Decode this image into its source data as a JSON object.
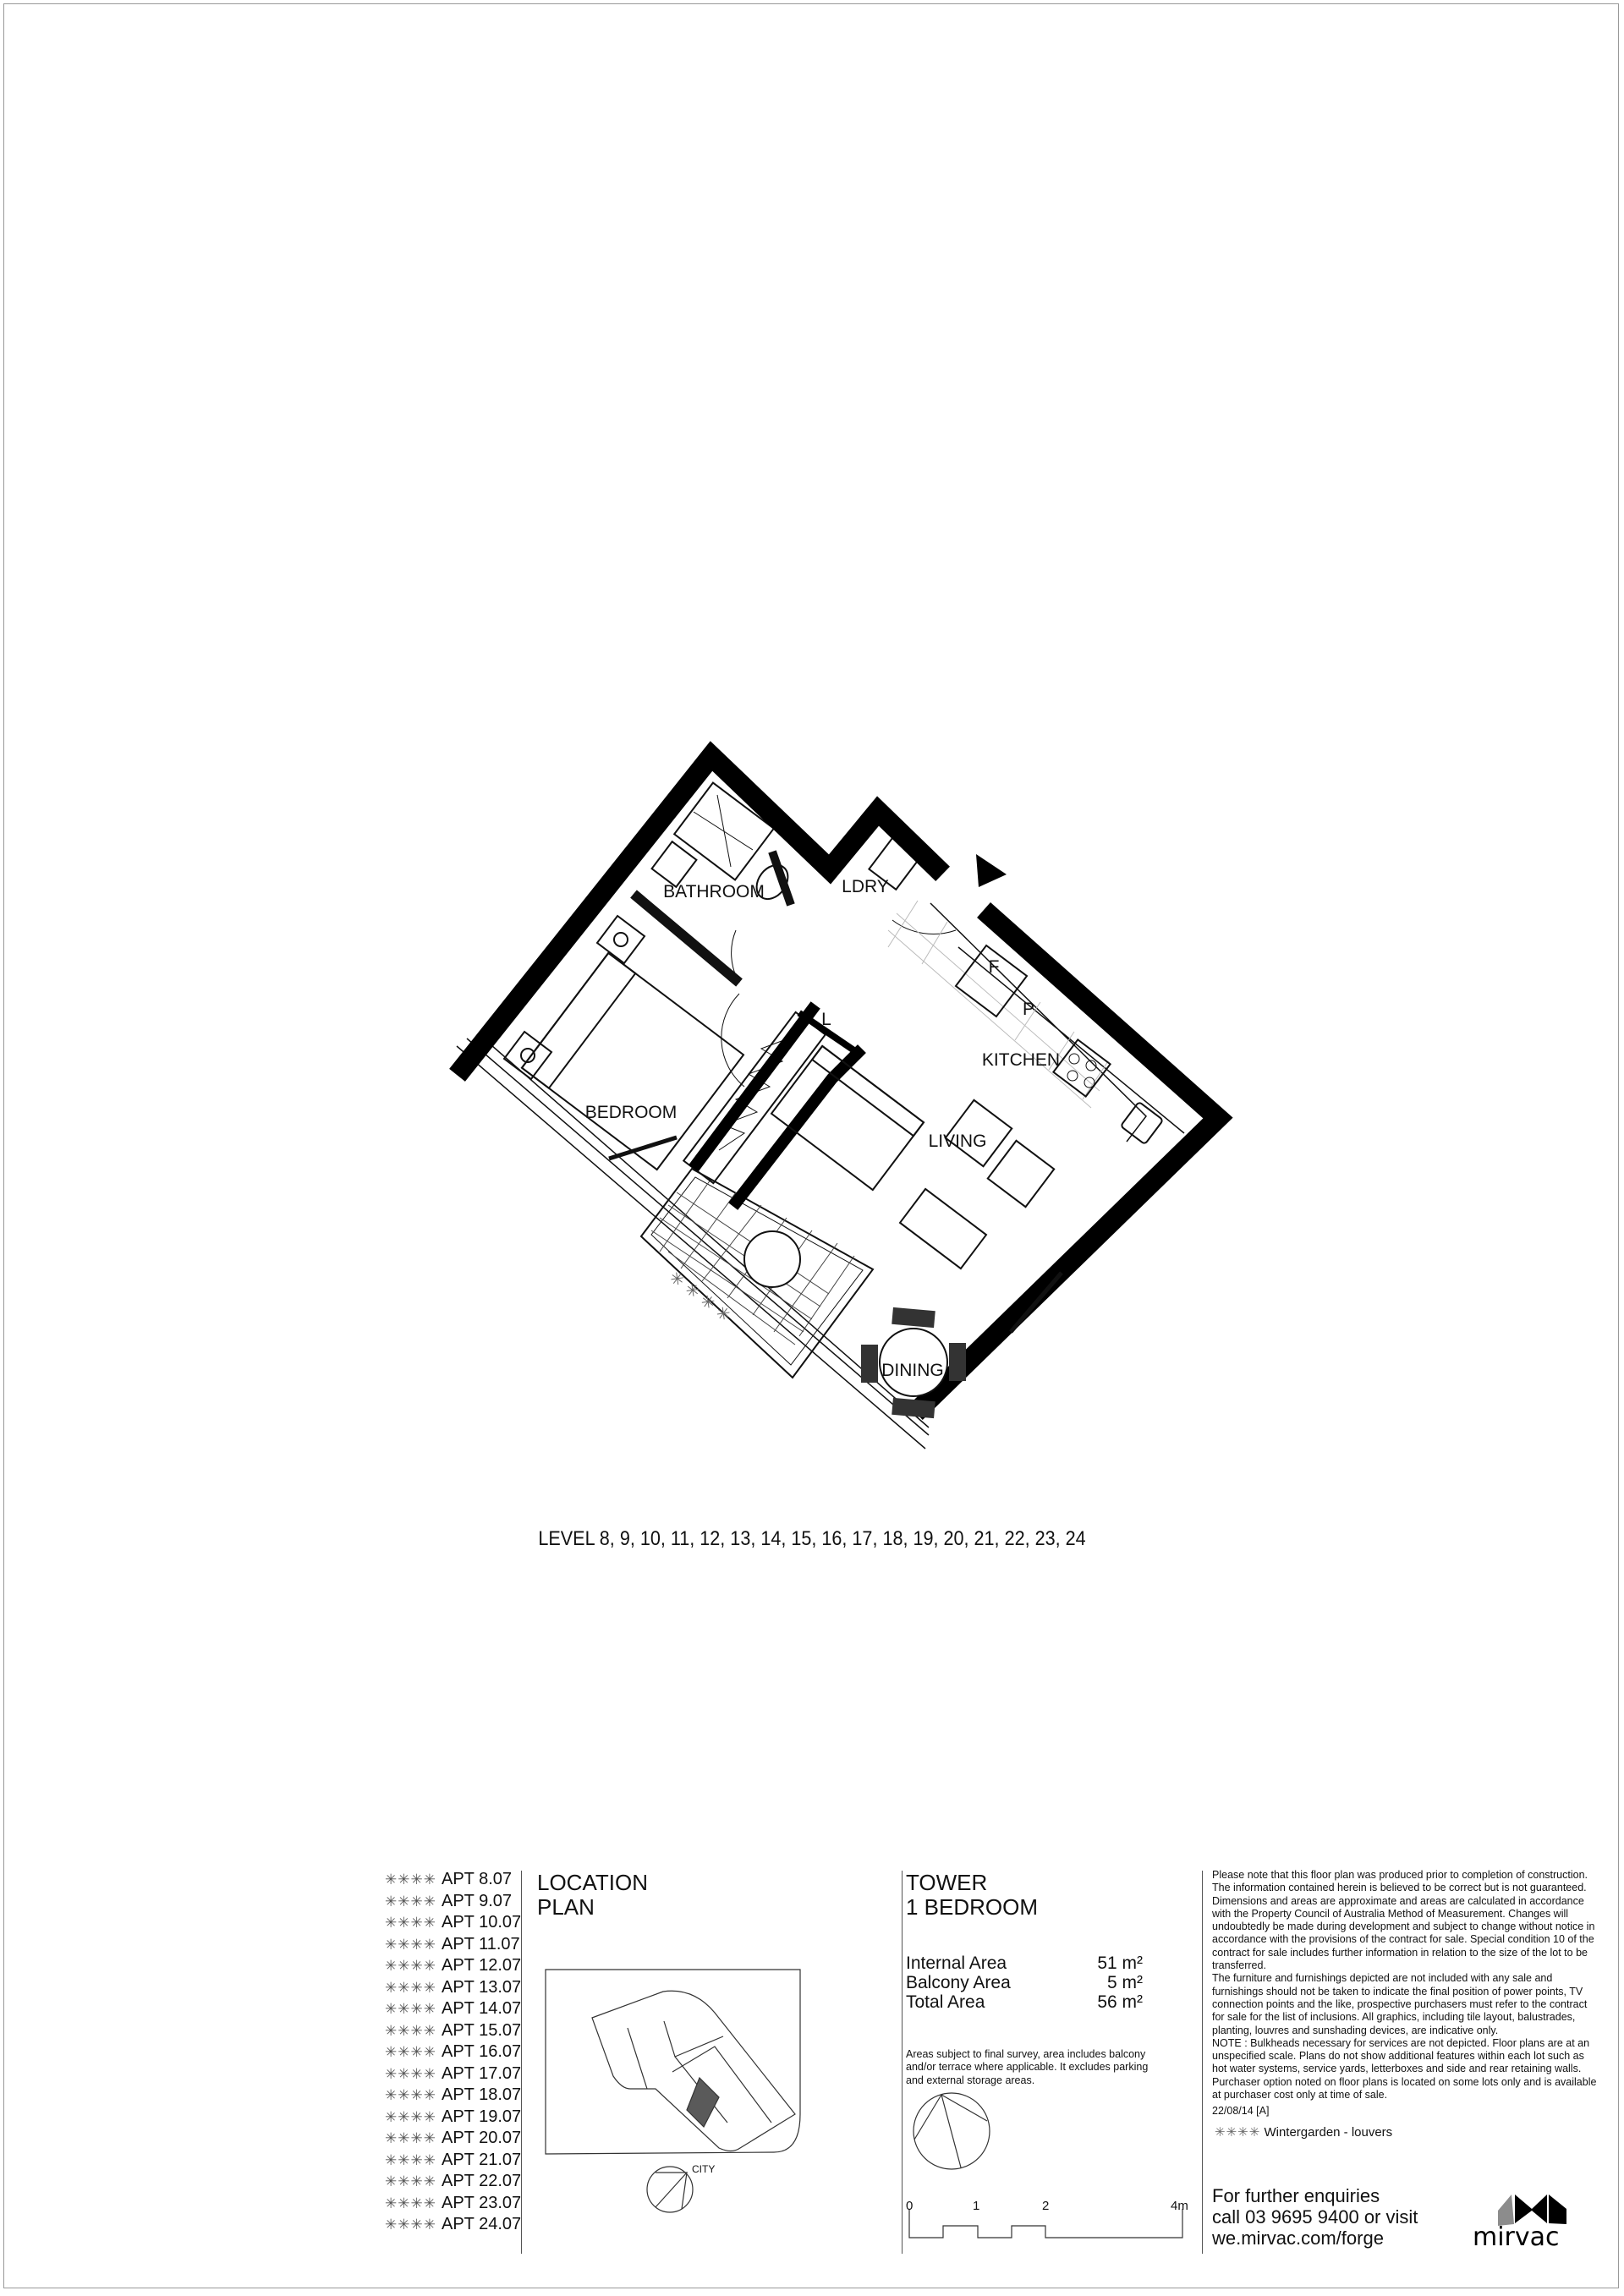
{
  "plan": {
    "rooms": {
      "bathroom": "BATHROOM",
      "laundry": "LDRY",
      "fridge": "F",
      "pantry": "P",
      "linen": "L",
      "kitchen": "KITCHEN",
      "bedroom": "BEDROOM",
      "living": "LIVING",
      "dining": "DINING"
    },
    "wintergarden_marker": "✳✳✳✳",
    "levels": "LEVEL 8, 9, 10, 11, 12, 13, 14, 15, 16, 17, 18, 19, 20, 21, 22, 23, 24"
  },
  "apartments": {
    "marker": "✳✳✳✳",
    "items": [
      "APT 8.07",
      "APT 9.07",
      "APT 10.07",
      "APT 11.07",
      "APT 12.07",
      "APT 13.07",
      "APT 14.07",
      "APT 15.07",
      "APT 16.07",
      "APT 17.07",
      "APT 18.07",
      "APT 19.07",
      "APT 20.07",
      "APT 21.07",
      "APT 22.07",
      "APT 23.07",
      "APT 24.07"
    ]
  },
  "location": {
    "title_1": "LOCATION",
    "title_2": "PLAN",
    "city_label": "CITY",
    "highlight_color": "#5a5a5a"
  },
  "unit": {
    "title_1": "TOWER",
    "title_2": "1 BEDROOM",
    "areas": [
      {
        "label": "Internal Area",
        "value": "51 m²"
      },
      {
        "label": "Balcony Area",
        "value": "5 m²"
      },
      {
        "label": "Total Area",
        "value": "56 m²"
      }
    ],
    "area_note": "Areas subject to final survey, area includes balcony and/or terrace where applicable. It excludes parking and external storage areas.",
    "scale_labels": [
      "0",
      "1",
      "2",
      "4m"
    ]
  },
  "notes": {
    "disclaimer_1": "Please note that this floor plan was produced prior to completion of construction. The information contained herein is believed to be correct but is not guaranteed. Dimensions and areas are approximate and areas are calculated in accordance with the Property Council of Australia Method of Measurement. Changes will undoubtedly be made during development and subject to change without notice in accordance with the provisions of the contract for sale. Special condition 10 of the contract for sale includes further information in relation to the size of the lot to be transferred.",
    "disclaimer_2": "The furniture and furnishings depicted are not included with any sale and furnishings should not be taken to indicate the final position of power points, TV connection points and the like, prospective purchasers must refer to the contract for sale for the list of inclusions. All graphics, including tile layout, balustrades, planting, louvres and sunshading devices, are indicative only.",
    "disclaimer_3": "NOTE : Bulkheads necessary for services are not depicted. Floor plans are at an unspecified scale. Plans do not show additional features within each lot such as hot water systems, service yards, letterboxes and side and rear retaining walls. Purchaser option noted on floor plans is located on some lots only and is available at purchaser cost only at time of sale.",
    "date": "22/08/14  [A]",
    "legend_marker": "✳✳✳✳",
    "legend_text": "Wintergarden - louvers"
  },
  "contact": {
    "line_1": "For further enquiries",
    "line_2": "call 03 9695 9400 or visit",
    "line_3": "we.mirvac.com/forge"
  },
  "brand": {
    "name": "mirvac",
    "accent_grey": "#8c8c8c"
  }
}
